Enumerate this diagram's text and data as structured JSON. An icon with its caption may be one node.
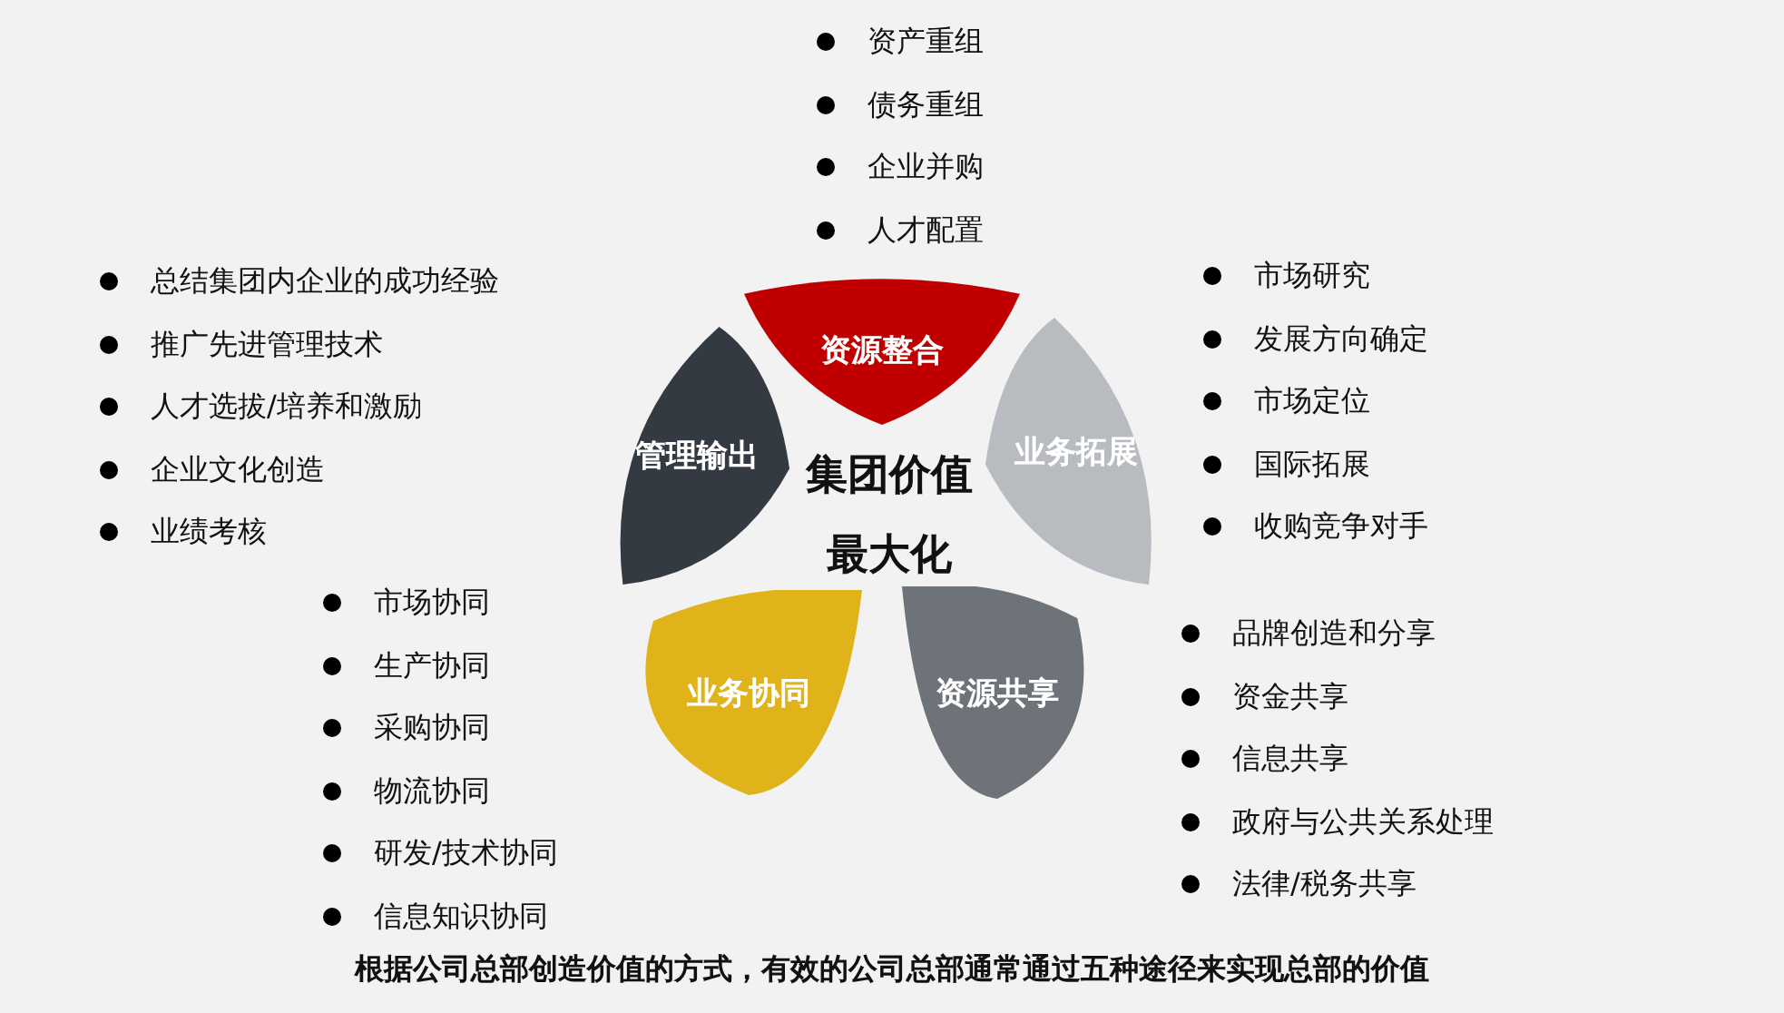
{
  "diagram": {
    "caption": "根据公司总部创造价值的方式，有效的公司总部通常通过五种途径来实现总部的价值",
    "nodes": [
      {
        "text": [
          "集团价值最大化"
        ]
      },
      {
        "text": [
          "资源整合"
        ],
        "beside": [
          "资产重组",
          "债务重组",
          "企业并购",
          "人才配置"
        ]
      },
      {
        "text": [
          "管理输出"
        ],
        "beside": [
          "总结集团内企业的成功经验",
          "推广先进管理技术",
          "人才选拔/培养和激励",
          "企业文化创造",
          "业绩考核"
        ]
      },
      {
        "text": [
          "业务拓展"
        ],
        "beside": [
          "市场研究",
          "发展方向确定",
          "市场定位",
          "国际拓展",
          "收购竞争对手"
        ]
      },
      {
        "text": [
          "业务协同"
        ],
        "beside": [
          "市场协同",
          "生产协同",
          "采购协同",
          "物流协同",
          "研发/技术协同",
          "信息知识协同"
        ]
      },
      {
        "text": [
          "资源共享"
        ],
        "beside": [
          "品牌创造和分享",
          "资金共享",
          "信息共享",
          "政府与公共关系处理",
          "法律/税务共享"
        ]
      }
    ]
  }
}
